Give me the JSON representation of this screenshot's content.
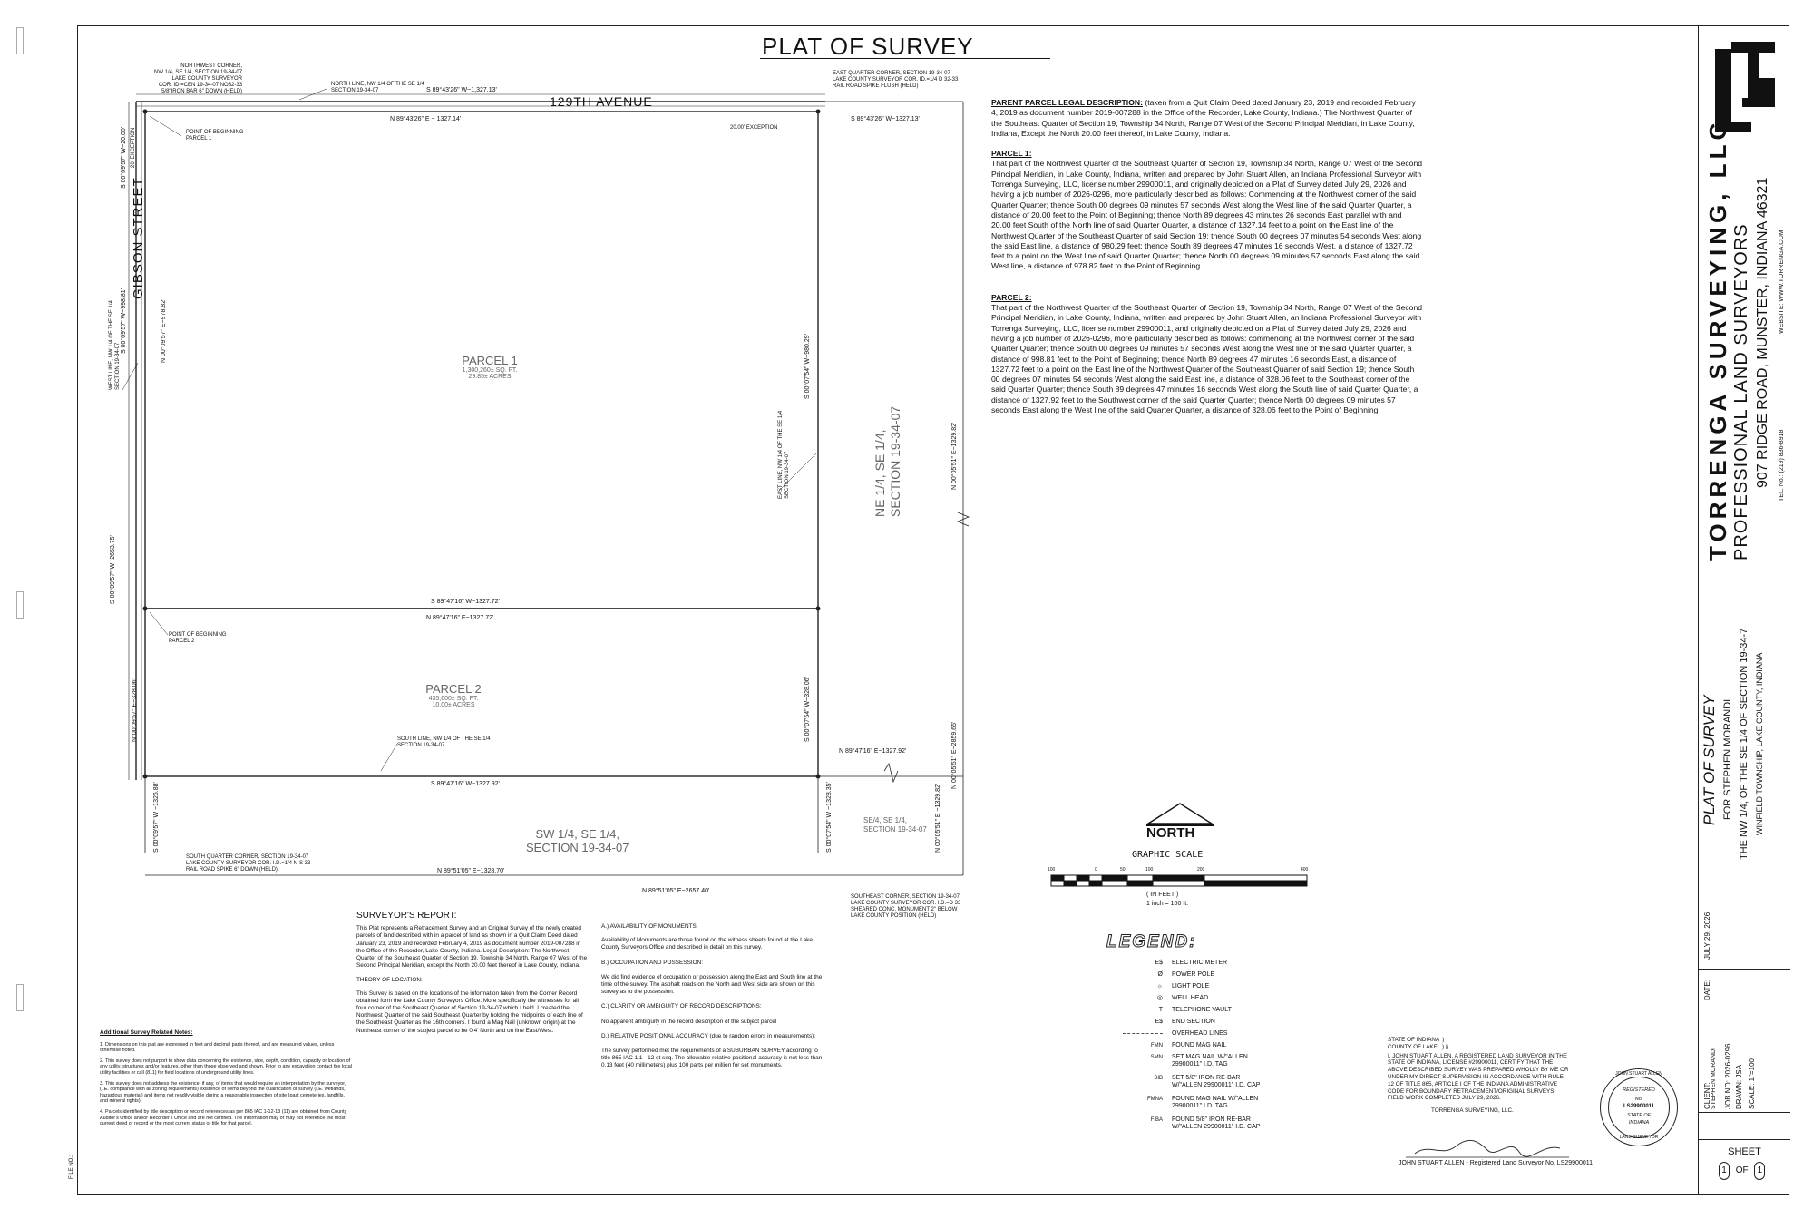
{
  "title": "PLAT OF SURVEY",
  "streets": {
    "avenue": "129TH AVENUE",
    "street": "GIBSON STREET"
  },
  "parcels": {
    "p1": {
      "name": "PARCEL 1",
      "sqft": "1,300,260± SQ. FT.",
      "acres": "29.85± ACRES"
    },
    "p2": {
      "name": "PARCEL 2",
      "sqft": "435,600± SQ. FT.",
      "acres": "10.00± ACRES"
    },
    "ne": {
      "l1": "NE 1/4, SE 1/4,",
      "l2": "SECTION 19-34-07"
    },
    "sw": {
      "l1": "SW 1/4, SE 1/4,",
      "l2": "SECTION 19-34-07"
    },
    "se": {
      "l1": "SE/4, SE 1/4,",
      "l2": "SECTION 19-34-07"
    }
  },
  "bearings": {
    "top_outer": "S 89°43'26\" W~1,327.13'",
    "top_inner": "N 89°43'26\" E   ~    1327.14'",
    "top_right": "S 89°43'26\" W~1327.13'",
    "mid_s": "S 89°47'16\" W~1327.72'",
    "mid_n": "N 89°47'16\" E~1327.72'",
    "bottom_s": "S 89°47'16\" W~1327.92'",
    "bottom_right": "N 89°47'16\" E~1327.92'",
    "south_1": "N 89°51'05\" E~1328.70'",
    "south_2": "N 89°51'05\" E~2657.40'",
    "left_20": "S 00°09'57\" W~20.00'",
    "left_998": "S 00°09'57\" W~998.81'",
    "left_978": "N 00°09'57\" E~978.82'",
    "left_2653": "S 00°09'57\" W~2653.75'",
    "left_328": "N°00'09'57\" E~328.06'",
    "left_1326": "S 00°09'57\" W ~1326.88'",
    "east_980": "S 00°07'54\" W~980.29'",
    "east_328": "S 00°07'54\" W~328.06'",
    "east_1328": "S 00°07'54\" W ~1328.35'",
    "far_1329": "N 00°05'51\" E~1329.82'",
    "far_2859": "N 00°05'51\" E~2859.65'",
    "far_1329b": "N 00°05'51\" E ~1329.82'"
  },
  "notes": {
    "nw_corner": "NORTHWEST CORNER,\nNW 1/4, SE 1/4, SECTION 19-34-07\nLAKE COUNTY SURVEYOR\nCOR. ID.=CEN 19-34-07 NO32-33\n5/8\"IRON BAR 6\" DOWN (HELD)",
    "north_line": "NORTH LINE, NW 1/4 OF THE SE 1/4\nSECTION 19-34-07",
    "east_corner": "EAST QUARTER CORNER, SECTION 19-34-07\nLAKE COUNTY SURVEYOR COR. ID.=1/4 D 32-33\nRAIL ROAD SPIKE FLUSH (HELD)",
    "pob1": "POINT OF BEGINNING\nPARCEL 1",
    "exception": "20.00' EXCEPTION",
    "exception_l": "20' EXCEPTION",
    "west_line": "WEST LINE, NW 1/4 OF THE SE 1/4\nSECTION 19-34-07",
    "east_line": "EAST LINE, NW 1/4 OF THE SE 1/4\nSECTION 19-34-07",
    "pob2": "POINT OF BEGINNING\nPARCEL 2",
    "south_line": "SOUTH LINE, NW 1/4 OF THE SE 1/4\nSECTION 19-34-07",
    "south_q": "SOUTH QUARTER CORNER, SECTION 19-34-07\nLAKE COUNTY SURVEYOR COR. I.D.=1/4 N-S 33\nRAIL ROAD SPIKE 6\" DOWN (HELD)",
    "se_corner": "SOUTHEAST CORNER, SECTION 19-34-07\nLAKE COUNTY SURVEYOR COR. I.D.=D 33\nSHEARED CONC. MONUMENT 2\" BELOW\nLAKE COUNTY POSITION (HELD)"
  },
  "legal": {
    "parent_heading": "PARENT PARCEL LEGAL DESCRIPTION:",
    "parent_text": " (taken from a Quit Claim Deed dated January 23, 2019 and recorded February 4, 2019 as document number 2019-007288 in the Office of the Recorder, Lake County, Indiana.) The Northwest Quarter of the Southeast Quarter of Section 19, Township 34 North, Range 07 West of the Second Principal Meridian, in Lake County, Indiana, Except the North 20.00 feet thereof, in Lake County, Indiana.",
    "p1_heading": "PARCEL 1:",
    "p1_text": "That part of the Northwest Quarter of the Southeast Quarter of Section 19, Township 34 North, Range 07 West of the Second Principal Meridian, in Lake County, Indiana, written and prepared by John Stuart Allen, an Indiana Professional Surveyor with Torrenga Surveying, LLC, license number 29900011, and originally depicted on a Plat of Survey dated July 29, 2026 and having a job number of 2026-0296, more particularly described as follows: Commencing at the Northwest corner of the said Quarter Quarter; thence South 00 degrees 09 minutes 57 seconds West along the West line of the said Quarter Quarter, a distance of 20.00 feet to the Point of Beginning; thence North 89 degrees 43 minutes 26 seconds East parallel with and 20.00 feet South of the North line of said Quarter Quarter, a distance of 1327.14 feet to a point on the East line of the Northwest Quarter of the Southeast Quarter of said Section 19; thence South 00 degrees 07 minutes 54 seconds West along the said East line, a distance of 980.29 feet; thence South 89 degrees 47 minutes 16 seconds West, a distance of 1327.72 feet to a point on the West line of said Quarter Quarter; thence North 00 degrees 09 minutes 57 seconds East along the said West line, a distance of 978.82 feet to the Point of Beginning.",
    "p2_heading": "PARCEL 2:",
    "p2_text": "That part of the Northwest Quarter of the Southeast Quarter of Section 19, Township 34 North, Range 07 West of the Second Principal Meridian, in Lake County, Indiana, written and prepared by John Stuart Allen, an Indiana Professional Surveyor with Torrenga Surveying, LLC, license number 29900011, and originally depicted on a Plat of Survey dated July 29, 2026 and having a job number of 2026-0296, more particularly described as follows: commencing at the Northwest corner of the said Quarter Quarter; thence South 00 degrees 09 minutes 57 seconds West along the West line of the said Quarter Quarter, a distance of 998.81 feet to the Point of Beginning; thence North 89 degrees 47 minutes 16 seconds East, a distance of 1327.72 feet to a point on the East line of the Northwest Quarter of the Southeast Quarter of said Section 19; thence South 00 degrees 07 minutes 54 seconds West along the said East line, a distance of 328.06 feet to the Southeast corner of the said Quarter Quarter; thence South 89 degrees 47 minutes 16 seconds West along the South line of said Quarter Quarter, a distance of 1327.92 feet to the Southwest corner of the said Quarter Quarter; thence North 00 degrees 09 minutes 57 seconds East along the West line of the said Quarter Quarter, a distance of 328.06 feet to the Point of Beginning."
  },
  "north": {
    "label": "NORTH",
    "scale_title": "GRAPHIC SCALE",
    "ticks": [
      "100",
      "0",
      "50",
      "100",
      "200",
      "400"
    ],
    "unit": "( IN FEET )",
    "ratio": "1 inch = 100 ft."
  },
  "legend": {
    "title": "LEGEND:",
    "items": [
      {
        "sym": "E$",
        "label": "ELECTRIC METER"
      },
      {
        "sym": "Ø",
        "label": "POWER POLE"
      },
      {
        "sym": "☼",
        "label": "LIGHT POLE"
      },
      {
        "sym": "◎",
        "label": "WELL HEAD"
      },
      {
        "sym": "T",
        "label": "TELEPHONE VAULT"
      },
      {
        "sym": "E$",
        "label": "END SECTION"
      },
      {
        "sym": "",
        "label": "OVERHEAD LINES"
      },
      {
        "sym": "FMN",
        "label": "FOUND MAG NAIL"
      },
      {
        "sym": "SMN",
        "label": "SET MAG NAIL W/\"ALLEN 29900011\" I.D. TAG"
      },
      {
        "sym": "SIB",
        "label": "SET 5/8\" IRON RE-BAR W/\"ALLEN 29900011\" I.D. CAP"
      },
      {
        "sym": "FMNA",
        "label": "FOUND MAG NAIL W/\"ALLEN 29900011\" I.D. TAG"
      },
      {
        "sym": "FIBA",
        "label": "FOUND 5/8\" IRON RE-BAR W/\"ALLEN 29900011\" I.D. CAP"
      }
    ]
  },
  "report": {
    "heading": "SURVEYOR'S REPORT:",
    "p1": "This Plat represents a Retracement Survey and an Original Survey of the newly created parcels of land described with in a parcel of land as shown in a Quit Claim Deed dated January 23, 2019 and recorded February 4, 2019 as document number 2019-007288 in the Office of the Recorder, Lake County, Indiana. Legal Description: The Northwest Quarter of the Southeast Quarter of Section 19, Township 34 North, Range 07 West of the Second Principal Meridian, except the North 20.00 feet thereof in Lake County, Indiana.",
    "theory_heading": "THEORY OF LOCATION:",
    "theory": "This Survey is based on the locations of the information taken from the Corner Record obtained form the Lake County Surveyors Office. More specifically the witnesses for all four corner of the Southeast Quarter of Section 19-34-07 which I held. I created the Northwest Quarter of the said Southeast Quarter by holding the midpoints of each line of the Southeast Quarter as the 16th corners. I found a Mag Nail (unknown origin) at the Northeast corner of the subject parcel to be 0.4' North and on line East/West.",
    "a_heading": "A.) AVAILABILITY OF MONUMENTS:",
    "a": "Availability of Monuments are those found on the witness sheets found at the Lake County Surveyors Office and described in detail on this survey.",
    "b_heading": "B.) OCCUPATION AND POSSESSION:",
    "b": "We did find evidence of occupation or possession along the East and South line at the time of the survey. The asphalt roads on the North and West side are shown on this survey as to the possession.",
    "c_heading": "C.) CLARITY OR AMBIGUITY OF RECORD DESCRIPTIONS:",
    "c": "No apparent ambiguity in the record description of the subject parcel",
    "d_heading": "D.) RELATIVE POSITIONAL ACCURACY (due to random errors in measurements):",
    "d": "The survey performed met the requirements of a SUBURBAN SURVEY according to title 865 IAC 1.1 - 12 et seq. The allowable relative positional accuracy is not less than 0.13 feet (40 millimeters) plus 100 parts per million for set monuments."
  },
  "additional": {
    "heading": "Additional Survey Related Notes:",
    "n1": "1. Dimensions on this plat are expressed in feet and decimal parts thereof, and are measured values, unless otherwise noted.",
    "n2": "2. This survey does not purport to show data concerning the existence, size, depth, condition, capacity or location of any utility, structures and/or features, other than those observed and shown. Prior to any excavation contact the local utility facilities or call (811) for field locations of underground utility lines.",
    "n3": "3. This survey does not address the existence, if any, of items that would require an interpretation by the surveyor, (I.E. compliance with all zoning requirements) existence of items beyond the qualification of survey (I.E. wetlands, hazardous material) and items not readily visible during a reasonable inspection of site (past cemeteries, landfills, and mineral rights).",
    "n4": "4. Parcels identified by title description or record references as per 865 IAC 1-12-13 (11) are obtained from County Auditor's Office and/or Recorder's Office and are not certified. The information may or may not reference the most current deed or record or the most current status or title for that parcel."
  },
  "certification": {
    "state": "STATE OF INDIANA  )\nCOUNTY OF LAKE   ) §",
    "text": "I, JOHN STUART ALLEN, A REGISTERED LAND SURVEYOR IN THE STATE OF INDIANA, LICENSE #29900011, CERTIFY THAT THE ABOVE DESCRIBED SURVEY WAS PREPARED WHOLLY BY ME OR UNDER MY DIRECT SUPERVISION IN ACCORDANCE WITH RULE 12 OF TITLE 865, ARTICLE I OF THE INDIANA ADMINISTRATIVE CODE FOR BOUNDARY RETRACEMENT/ORIGINAL SURVEYS. FIELD WORK COMPLETED JULY 29, 2026.",
    "company": "TORRENGA SURVEYING, LLC.",
    "signer": "JOHN STUART ALLEN - Registered Land Surveyor No. LS29900011",
    "seal": {
      "top": "JOHN STUART ALLEN",
      "mid1": "REGISTERED",
      "no": "No.",
      "num": "LS29900011",
      "st1": "STATE OF",
      "st2": "INDIANA",
      "bottom": "LAND SURVEYOR"
    }
  },
  "title_block": {
    "company": "TORRENGA SURVEYING, LLC",
    "sub": "PROFESSIONAL LAND SURVEYORS",
    "addr": "907 RIDGE ROAD, MUNSTER, INDIANA 46321",
    "tel": "TEL. No.: (219) 836-8918",
    "web": "WEBSITE: WWW.TORRENGA.COM",
    "plat": "PLAT OF SURVEY",
    "for": "FOR STEPHEN MORANDI",
    "desc": "THE NW 1/4, OF THE SE 1/4 OF SECTION 19-34-7",
    "twp": "WINFIELD TOWNSHIP, LAKE COUNTY, INDIANA",
    "date_label": "DATE:",
    "date": "JULY 29, 2026",
    "client_label": "CLIENT:",
    "client": "STEPHEN MORANDI",
    "job": "JOB NO: 2026-0296",
    "drawn": "DRAWN: JSA",
    "scale": "SCALE: 1\"=100'",
    "sheet": "SHEET",
    "sheet_no": "1",
    "of": "OF",
    "sheet_total": "1"
  },
  "file_no": "FILE NO.:"
}
